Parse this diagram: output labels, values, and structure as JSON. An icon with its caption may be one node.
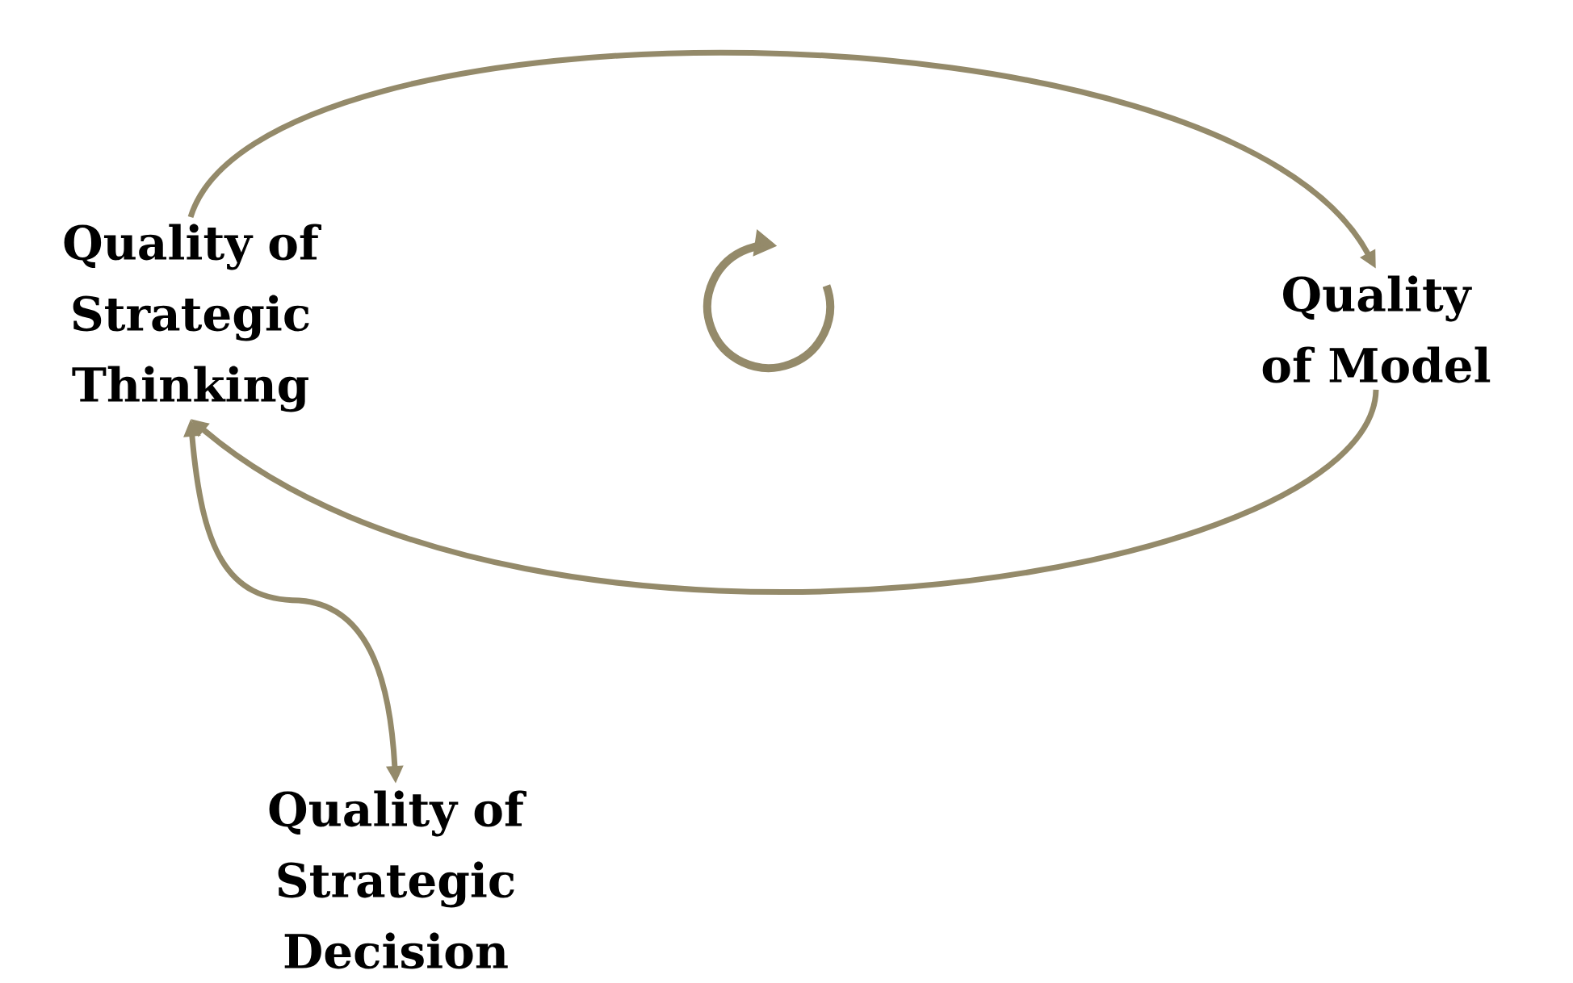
{
  "diagram": {
    "nodes": [
      {
        "text": [
          "Quality of Strategic Thinking"
        ]
      },
      {
        "text": [
          "Quality of Model"
        ]
      },
      {
        "text": [
          "Quality of Strategic Decision"
        ]
      }
    ],
    "edges": [
      {
        "from": 0,
        "to": 1,
        "arrow": "to"
      },
      {
        "from": 1,
        "to": 0,
        "arrow": "to"
      },
      {
        "from": 0,
        "to": 2,
        "arrow": "both"
      }
    ]
  }
}
